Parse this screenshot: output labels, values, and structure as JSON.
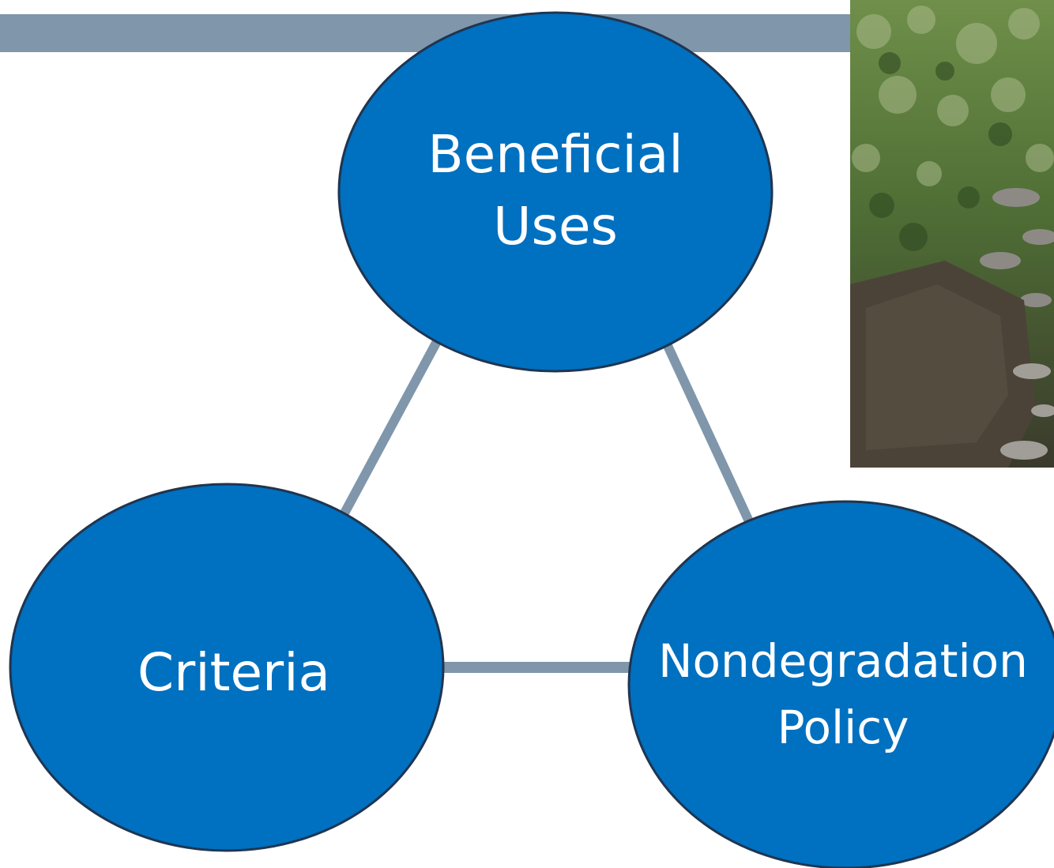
{
  "nodes": {
    "beneficial_uses": "Beneficial\nUses",
    "criteria": "Criteria",
    "nondegradation_policy": "Nondegradation\nPolicy"
  },
  "colors": {
    "node_fill": "#0070c0",
    "node_outline": "#1f3550",
    "connector": "#7f96ab",
    "band": "#7f96ab",
    "label_text": "#ffffff"
  }
}
